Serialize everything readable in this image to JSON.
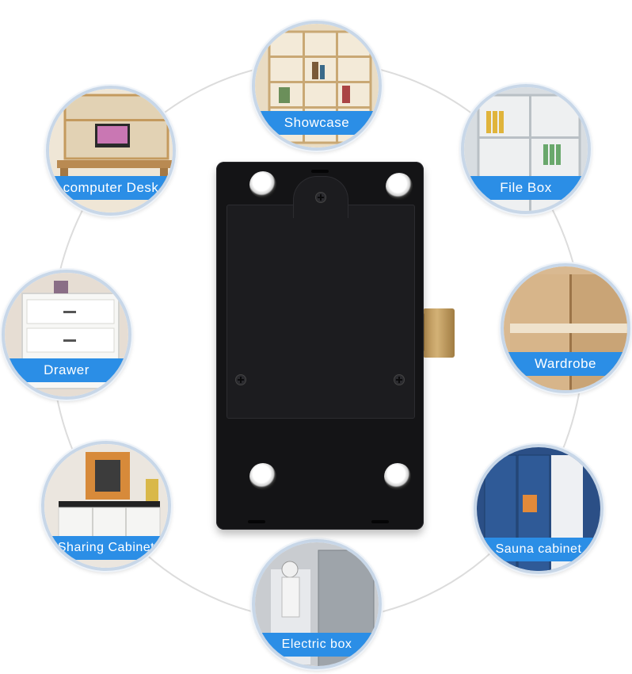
{
  "connector": {
    "color": "#dcdcdc"
  },
  "accent": "#2b8ee6",
  "applications": [
    {
      "id": "showcase",
      "label": "Showcase"
    },
    {
      "id": "computer-desk",
      "label": "computer  Desk"
    },
    {
      "id": "file-box",
      "label": "File  Box"
    },
    {
      "id": "drawer",
      "label": "Drawer"
    },
    {
      "id": "wardrobe",
      "label": "Wardrobe"
    },
    {
      "id": "sharing-cabinet",
      "label": "Sharing Cabinet"
    },
    {
      "id": "sauna-cabinet",
      "label": "Sauna  cabinet"
    },
    {
      "id": "electric-box",
      "label": "Electric  box"
    }
  ],
  "product": {
    "icon": "cabinet-lock-icon",
    "body_color": "#141416",
    "bolt_color": "#c9a466"
  }
}
